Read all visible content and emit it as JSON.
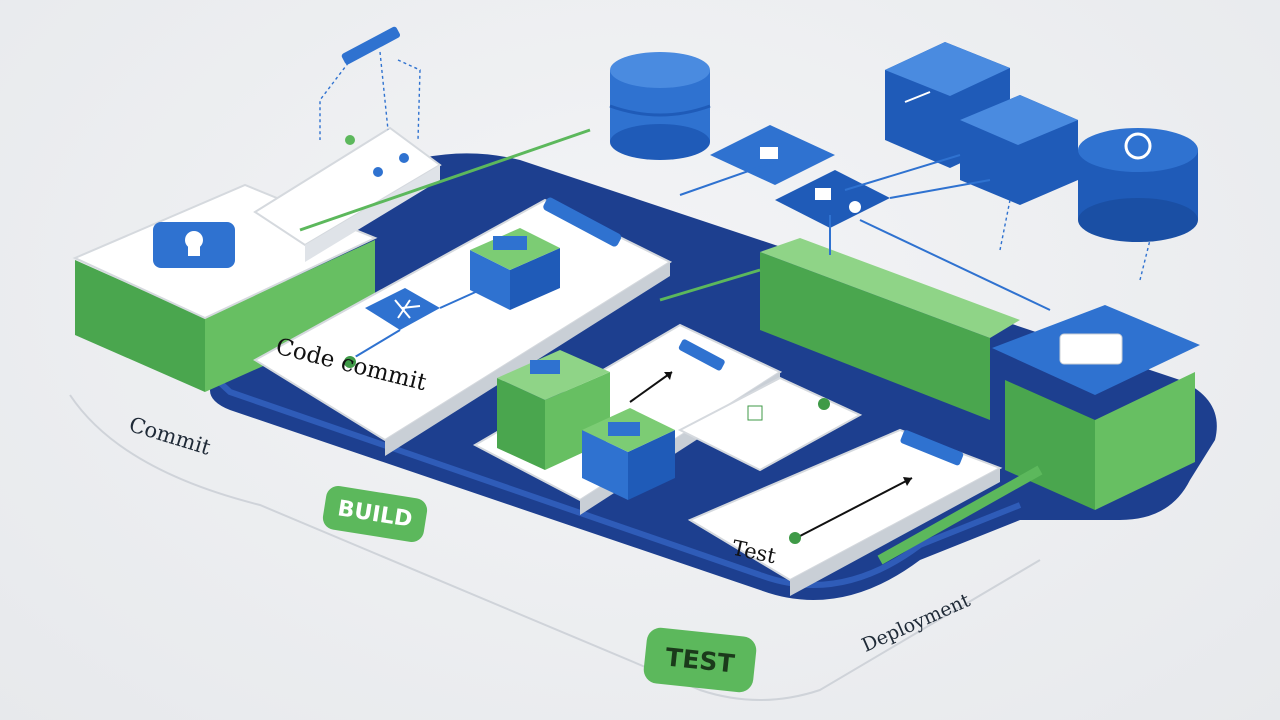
{
  "labels": {
    "commit": "Commit",
    "build": "BUILD",
    "test": "TEST",
    "deployment": "Deployment",
    "code_commit": "Code commit",
    "test_card": "Test"
  },
  "colors": {
    "navy": "#1d3f8f",
    "blue": "#2f72d0",
    "blue_dark": "#1f5bb8",
    "green": "#5cb85c",
    "green_dark": "#3f9a47",
    "card": "#ffffff",
    "background": "#eceef1"
  },
  "icons": [
    "database-icon",
    "server-box-icon",
    "git-branch-icon",
    "lock-icon",
    "gear-icon",
    "arrow-icon"
  ]
}
